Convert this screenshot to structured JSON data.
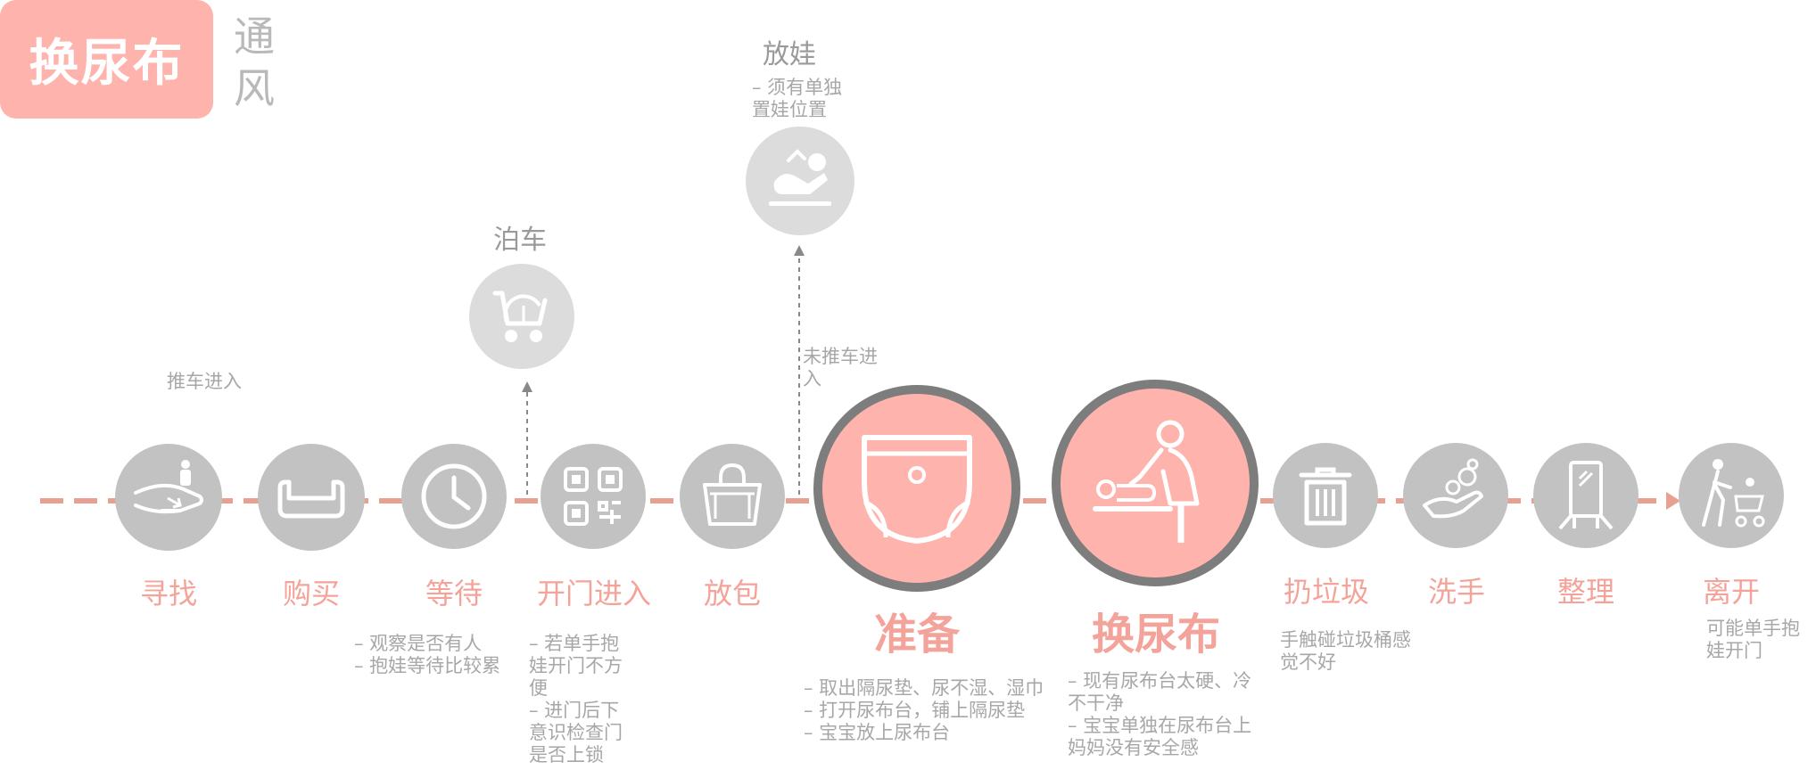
{
  "header": {
    "title": "换尿布",
    "subtitle": "通风"
  },
  "colors": {
    "accent": "#ffb3ad",
    "flow_line": "#e8a090",
    "icon_gray": "#c2c2c2",
    "ring": "#7d7d7d",
    "label_pink": "#f4a39a",
    "note_gray": "#a7a7a7"
  },
  "steps": [
    {
      "label": "寻找",
      "icon": "hand-icon",
      "notes": []
    },
    {
      "label": "购买",
      "icon": "sofa-icon",
      "notes": []
    },
    {
      "label": "等待",
      "icon": "clock-icon",
      "notes": [
        "– 观察是否有人",
        "– 抱娃等待比较累"
      ]
    },
    {
      "label": "开门进入",
      "icon": "qr-code-icon",
      "notes": [
        "– 若单手抱",
        "娃开门不方",
        "便",
        "– 进门后下",
        "意识检查门",
        "是否上锁"
      ]
    },
    {
      "label": "放包",
      "icon": "bag-icon",
      "notes": []
    },
    {
      "label": "准备",
      "icon": "diaper-icon",
      "notes": [
        "– 取出隔尿垫、尿不湿、湿巾",
        "– 打开尿布台，铺上隔尿垫",
        "– 宝宝放上尿布台"
      ]
    },
    {
      "label": "换尿布",
      "icon": "changing-baby-icon",
      "notes": [
        "– 现有尿布台太硬、冷",
        "不干净",
        "– 宝宝单独在尿布台上",
        "妈妈没有安全感"
      ]
    },
    {
      "label": "扔垃圾",
      "icon": "trash-icon",
      "notes": [
        "手触碰垃圾桶感",
        "觉不好"
      ]
    },
    {
      "label": "洗手",
      "icon": "wash-hands-icon",
      "notes": []
    },
    {
      "label": "整理",
      "icon": "mirror-icon",
      "notes": []
    },
    {
      "label": "离开",
      "icon": "walk-stroller-icon",
      "notes": [
        "可能单手抱",
        "娃开门"
      ]
    }
  ],
  "branches": {
    "park": {
      "label": "泊车",
      "icon": "stroller-icon"
    },
    "place": {
      "label": "放娃",
      "icon": "baby-lying-icon",
      "notes": [
        "– 须有单独",
        "置娃位置"
      ]
    }
  },
  "annotations": {
    "push_in": "推车进入",
    "no_push": [
      "未推车进",
      "入"
    ]
  }
}
